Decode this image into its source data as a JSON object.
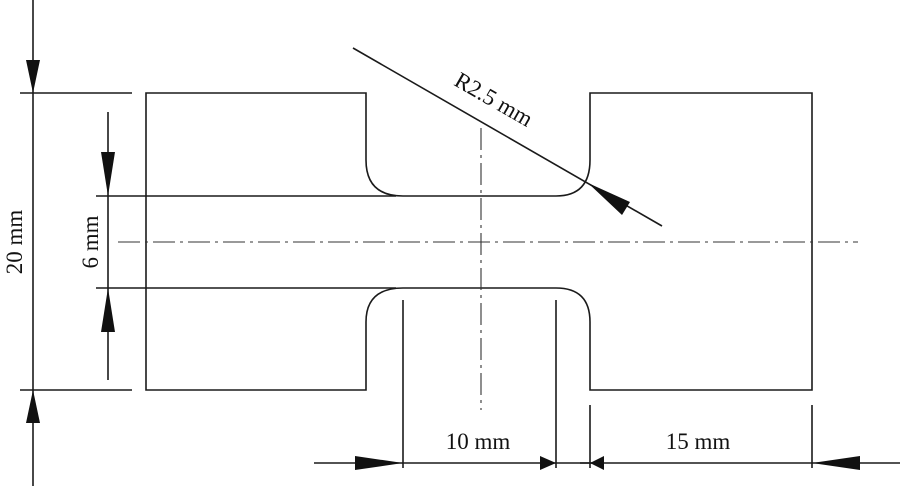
{
  "drawing": {
    "dimensions": {
      "overall_width": "20 mm",
      "gauge_width": "6 mm",
      "fillet_radius": "R2.5 mm",
      "gauge_length": "10 mm",
      "grip_length": "15 mm"
    }
  }
}
